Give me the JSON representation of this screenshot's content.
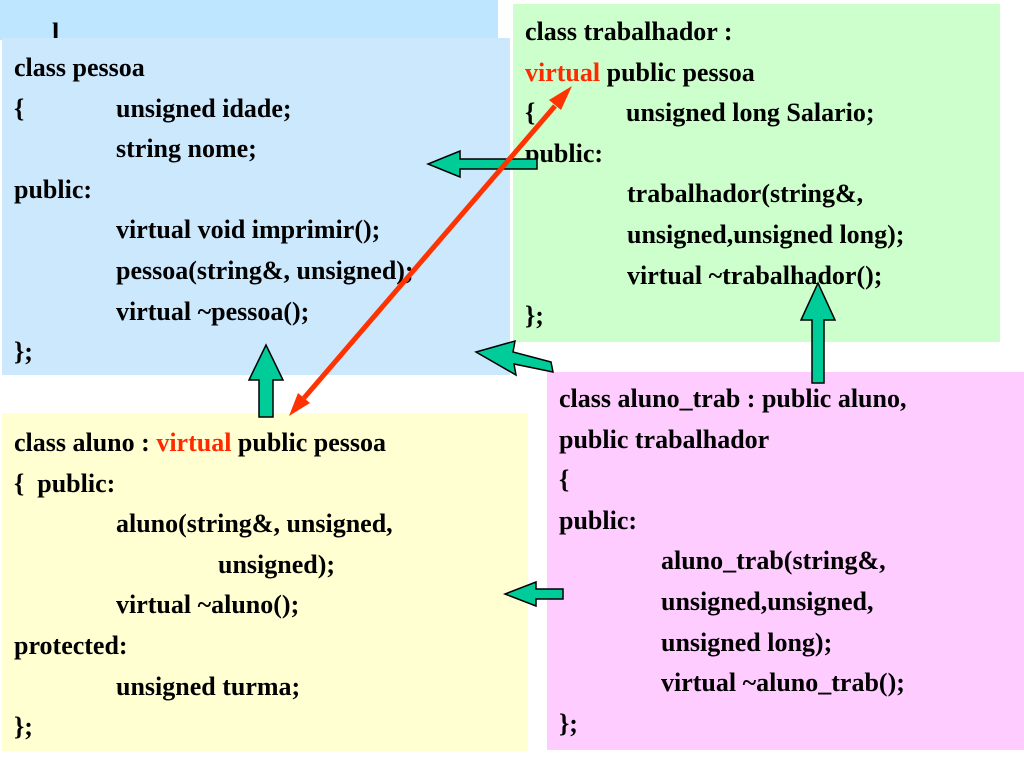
{
  "pessoa": {
    "back_char": "l",
    "lines": [
      "class pessoa",
      "{",
      "unsigned idade;",
      "string nome;",
      "public:",
      "virtual void imprimir();",
      "pessoa(string&, unsigned);",
      "virtual ~pessoa();",
      "};"
    ]
  },
  "trabalhador": {
    "line1": "class trabalhador :",
    "line2_kw": "virtual",
    "line2_rest": " public pessoa",
    "line3_brace": "{",
    "line3_rest": "unsigned long Salario;",
    "line4": "public:",
    "line5": "trabalhador(string&,",
    "line6": "unsigned,unsigned long);",
    "line7": "virtual ~trabalhador();",
    "line8": "};"
  },
  "aluno": {
    "line1_a": "class aluno : ",
    "line1_kw": "virtual",
    "line1_b": " public pessoa",
    "line2": "{  public:",
    "line3": "aluno(string&, unsigned,",
    "line4": "unsigned);",
    "line5": "virtual ~aluno();",
    "line6": "protected:",
    "line7": "unsigned turma;",
    "line8": "};"
  },
  "aluno_trab": {
    "line1": "class aluno_trab : public aluno,",
    "line2": "public trabalhador",
    "line3": "{",
    "line4": "public:",
    "line5": "aluno_trab(string&,",
    "line6": "unsigned,unsigned,",
    "line7": "unsigned long);",
    "line8": "virtual ~aluno_trab();",
    "line9": "};"
  },
  "colors": {
    "keyword": "#ff2a00",
    "inherit_arrow": "#00cc99",
    "virtual_arrow": "#ff3300",
    "pessoa_bg": "#cce8fd",
    "trabalhador_bg": "#ccffcc",
    "aluno_bg": "#ffffd2",
    "aluno_trab_bg": "#ffccff"
  }
}
